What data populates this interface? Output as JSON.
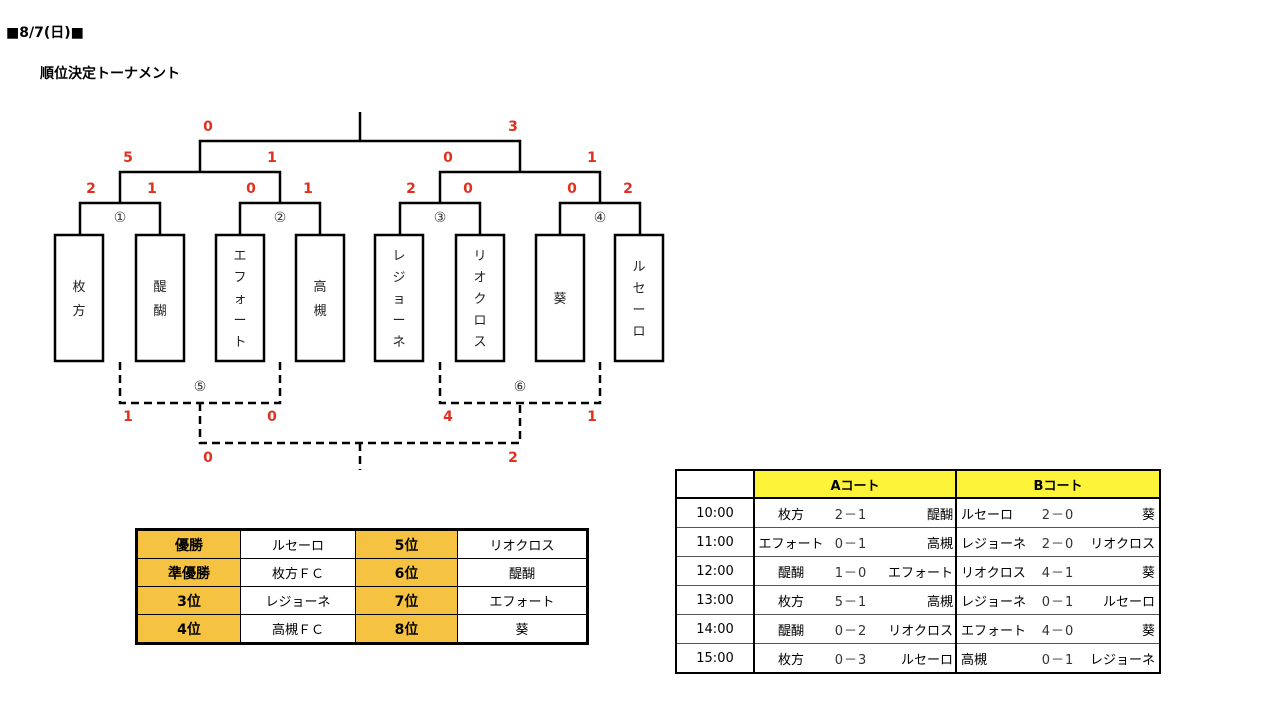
{
  "date_title": "■8/7(日)■",
  "bracket_title": "順位決定トーナメント",
  "bracket": {
    "final_scores": [
      "0",
      "3"
    ],
    "semi_scores": [
      "5",
      "1",
      "0",
      "1"
    ],
    "first_round_scores": [
      "2",
      "1",
      "0",
      "1",
      "2",
      "0",
      "0",
      "2"
    ],
    "match_numbers": [
      "①",
      "②",
      "③",
      "④",
      "⑤",
      "⑥"
    ],
    "teams": [
      [
        "枚",
        "方"
      ],
      [
        "醍",
        "醐"
      ],
      [
        "エ",
        "フ",
        "ォ",
        "ー",
        "ト"
      ],
      [
        "高",
        "槻"
      ],
      [
        "レ",
        "ジ",
        "ョ",
        "ー",
        "ネ"
      ],
      [
        "リ",
        "オ",
        "ク",
        "ロ",
        "ス"
      ],
      [
        "葵"
      ],
      [
        "ル",
        "セ",
        "ー",
        "ロ"
      ]
    ],
    "consolation_scores": [
      "1",
      "0",
      "4",
      "1"
    ],
    "fifth_place_scores": [
      "0",
      "2"
    ]
  },
  "ranking": [
    {
      "rank": "優勝",
      "team": "ルセーロ",
      "rank2": "5位",
      "team2": "リオクロス"
    },
    {
      "rank": "準優勝",
      "team": "枚方ＦＣ",
      "rank2": "6位",
      "team2": "醍醐"
    },
    {
      "rank": "3位",
      "team": "レジョーネ",
      "rank2": "7位",
      "team2": "エフォート"
    },
    {
      "rank": "4位",
      "team": "高槻ＦＣ",
      "rank2": "8位",
      "team2": "葵"
    }
  ],
  "schedule": {
    "court_a": "Aコート",
    "court_b": "Bコート",
    "rows": [
      {
        "time": "10:00",
        "a1": "枚方",
        "as": "2－1",
        "a2": "醍醐",
        "b1": "ルセーロ",
        "bs": "2－0",
        "b2": "葵"
      },
      {
        "time": "11:00",
        "a1": "エフォート",
        "as": "0－1",
        "a2": "高槻",
        "b1": "レジョーネ",
        "bs": "2－0",
        "b2": "リオクロス"
      },
      {
        "time": "12:00",
        "a1": "醍醐",
        "as": "1－0",
        "a2": "エフォート",
        "b1": "リオクロス",
        "bs": "4－1",
        "b2": "葵"
      },
      {
        "time": "13:00",
        "a1": "枚方",
        "as": "5－1",
        "a2": "高槻",
        "b1": "レジョーネ",
        "bs": "0－1",
        "b2": "ルセーロ"
      },
      {
        "time": "14:00",
        "a1": "醍醐",
        "as": "0－2",
        "a2": "リオクロス",
        "b1": "エフォート",
        "bs": "4－0",
        "b2": "葵"
      },
      {
        "time": "15:00",
        "a1": "枚方",
        "as": "0－3",
        "a2": "ルセーロ",
        "b1": "高槻",
        "bs": "0－1",
        "b2": "レジョーネ"
      }
    ]
  }
}
